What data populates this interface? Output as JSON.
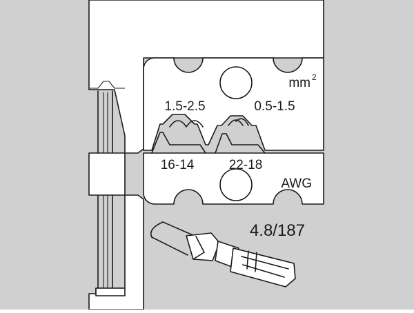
{
  "labels": {
    "unit_metric": "mm",
    "unit_metric_exp": "2",
    "range_metric_left": "1.5-2.5",
    "range_metric_right": "0.5-1.5",
    "range_awg_left": "16-14",
    "range_awg_right": "22-18",
    "unit_awg": "AWG",
    "terminal_size": "4.8/187"
  },
  "colors": {
    "background": "#d0d0d0",
    "line": "#1a1a1a",
    "die": "#ffffff"
  }
}
